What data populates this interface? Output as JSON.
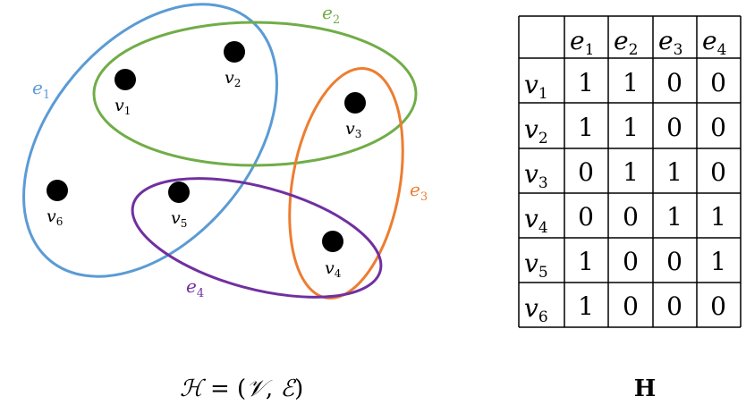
{
  "hypergraph": {
    "vertices": [
      {
        "id": "v1",
        "sym": "v",
        "sub": "1"
      },
      {
        "id": "v2",
        "sym": "v",
        "sub": "2"
      },
      {
        "id": "v3",
        "sym": "v",
        "sub": "3"
      },
      {
        "id": "v4",
        "sym": "v",
        "sub": "4"
      },
      {
        "id": "v5",
        "sym": "v",
        "sub": "5"
      },
      {
        "id": "v6",
        "sym": "v",
        "sub": "6"
      }
    ],
    "edges": [
      {
        "id": "e1",
        "sym": "e",
        "sub": "1",
        "color": "#5b9bd5"
      },
      {
        "id": "e2",
        "sym": "e",
        "sub": "2",
        "color": "#70ad47"
      },
      {
        "id": "e3",
        "sym": "e",
        "sub": "3",
        "color": "#ed7d31"
      },
      {
        "id": "e4",
        "sym": "e",
        "sub": "4",
        "color": "#7030a0"
      }
    ],
    "caption": {
      "H": "ℋ",
      "eq": " = (",
      "V": "𝒱",
      "comma": ", ",
      "E": "ℰ",
      "close": ")"
    }
  },
  "matrix": {
    "caption": "H",
    "columns": [
      {
        "sym": "e",
        "sub": "1"
      },
      {
        "sym": "e",
        "sub": "2"
      },
      {
        "sym": "e",
        "sub": "3"
      },
      {
        "sym": "e",
        "sub": "4"
      }
    ],
    "rows": [
      {
        "sym": "v",
        "sub": "1",
        "cells": [
          "1",
          "1",
          "0",
          "0"
        ]
      },
      {
        "sym": "v",
        "sub": "2",
        "cells": [
          "1",
          "1",
          "0",
          "0"
        ]
      },
      {
        "sym": "v",
        "sub": "3",
        "cells": [
          "0",
          "1",
          "1",
          "0"
        ]
      },
      {
        "sym": "v",
        "sub": "4",
        "cells": [
          "0",
          "0",
          "1",
          "1"
        ]
      },
      {
        "sym": "v",
        "sub": "5",
        "cells": [
          "1",
          "0",
          "0",
          "1"
        ]
      },
      {
        "sym": "v",
        "sub": "6",
        "cells": [
          "1",
          "0",
          "0",
          "0"
        ]
      }
    ]
  }
}
